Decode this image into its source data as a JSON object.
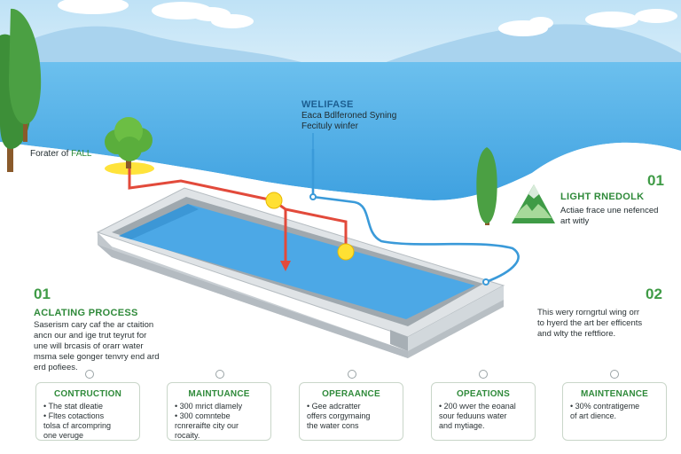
{
  "labels": {
    "forest_prefix": "Forater of",
    "forest_accent": "FALL",
    "top_title": "WELIFASE",
    "top_line1": "Eaca Bdlferoned Syning",
    "top_line2": "Fecituly winfer"
  },
  "right_top": {
    "number": "01",
    "title": "LIGHT RNEDOLK",
    "line1": "Actiae frace une nefenced",
    "line2": "art witly"
  },
  "left_block": {
    "number": "01",
    "title": "ACLATING PROCESS",
    "lines": [
      "Saserism cary caf the ar ctaition",
      "ancn our and ige trut teyrut for",
      "une will brcasis of orarr water",
      "msma sele gonger tenvry end ard",
      "erd pofiees."
    ]
  },
  "right_block": {
    "number": "02",
    "lines": [
      "This wery rorngrtul wing orr",
      "to hyerd the art ber efficents",
      "and wlty the reftfiore."
    ]
  },
  "cards": [
    {
      "title": "CONTRUCTION",
      "lines": [
        "• The stat dleatie",
        "• Fltes cotactions",
        "tolsa cf arcompring",
        "one veruge"
      ]
    },
    {
      "title": "MAINTUANCE",
      "lines": [
        "• 300 mrict dlamely",
        "• 300 comntebe",
        "rcnreraifte city our",
        "rocaity."
      ]
    },
    {
      "title": "OPERAANCE",
      "lines": [
        "• Gee adcratter",
        "offers corgymaing",
        "the water cons"
      ]
    },
    {
      "title": "OPEATIONS",
      "lines": [
        "• 200 wver the eoanal",
        "sour feduuns water",
        "and mytiage."
      ]
    },
    {
      "title": "MAINTENANCE",
      "lines": [
        "• 30% contratigeme",
        "of art dience."
      ]
    }
  ],
  "colors": {
    "sky": "#cfe8f7",
    "lake": "#5cb6ea",
    "pool_water": "#4ca8e6",
    "red_pipe": "#e24a3b",
    "blue_pipe": "#3a9ad9",
    "accent_green": "#3f9b46"
  }
}
